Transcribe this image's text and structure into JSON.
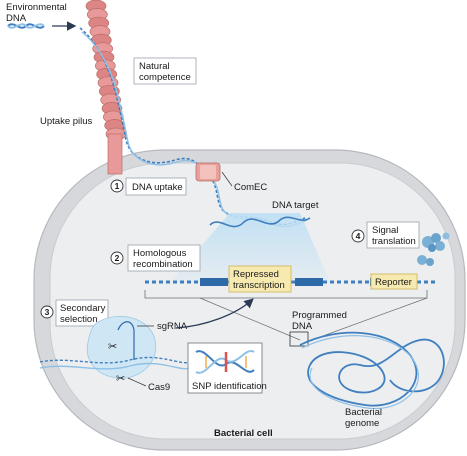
{
  "labels": {
    "environmental_dna": "Environmental\nDNA",
    "natural_competence": "Natural\ncompetence",
    "uptake_pilus": "Uptake pilus",
    "comec": "ComEC",
    "dna_target": "DNA target",
    "sgrna": "sgRNA",
    "cas9": "Cas9",
    "snp_identification": "SNP identification",
    "programmed_dna": "Programmed\nDNA",
    "bacterial_genome": "Bacterial\ngenome",
    "bacterial_cell": "Bacterial cell",
    "repressed_transcription": "Repressed\ntranscription",
    "reporter": "Reporter"
  },
  "steps": [
    {
      "num": "1",
      "label": "DNA uptake"
    },
    {
      "num": "2",
      "label": "Homologous\nrecombination"
    },
    {
      "num": "3",
      "label": "Secondary\nselection"
    },
    {
      "num": "4",
      "label": "Signal\ntranslation"
    }
  ],
  "colors": {
    "cell_outer": "#d7d9dc",
    "cell_inner": "#eceef0",
    "dna_blue": "#3f7fbf",
    "pilus_pink": "#e89a9a",
    "highlight_box": "#f7eab0",
    "reporter_blue": "#7ab0d6"
  }
}
